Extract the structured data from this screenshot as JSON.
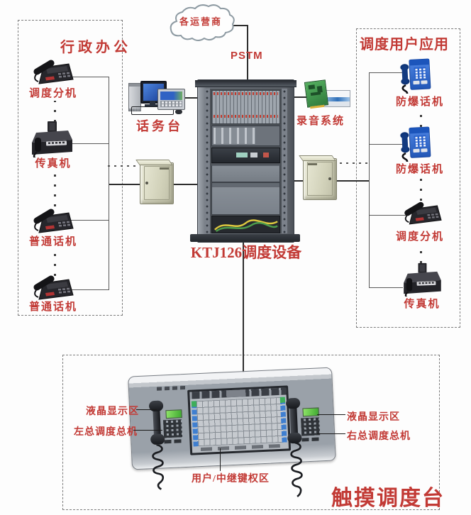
{
  "colors": {
    "label_red": "#c23a35",
    "line_dark": "#2e2e2e",
    "phone_blue": "#2f6fd8"
  },
  "cloud": {
    "label": "各运营商"
  },
  "trunk": {
    "pstm": "PSTM"
  },
  "left_group": {
    "title": "行政办公",
    "items": [
      {
        "label": "调度分机",
        "type": "desk-phone"
      },
      {
        "label": "传真机",
        "type": "fax-machine"
      },
      {
        "label": "普通话机",
        "type": "desk-phone"
      },
      {
        "label": "普通话机",
        "type": "desk-phone"
      }
    ]
  },
  "operator_station": {
    "label": "话务台"
  },
  "rack": {
    "label": "KTJ126调度设备"
  },
  "recording": {
    "label": "录音系统"
  },
  "right_group": {
    "title": "调度用户应用",
    "items": [
      {
        "label": "防爆话机",
        "type": "explosion-proof-phone"
      },
      {
        "label": "防爆话机",
        "type": "explosion-proof-phone"
      },
      {
        "label": "调度分机",
        "type": "desk-phone"
      },
      {
        "label": "传真机",
        "type": "fax-machine"
      }
    ]
  },
  "touch_console": {
    "title": "触摸调度台",
    "callouts": {
      "lcd_left": "液晶显示区",
      "left_master": "左总调度总机",
      "key_area": "用户/中继键权区",
      "lcd_right": "液晶显示区",
      "right_master": "右总调度总机"
    }
  }
}
